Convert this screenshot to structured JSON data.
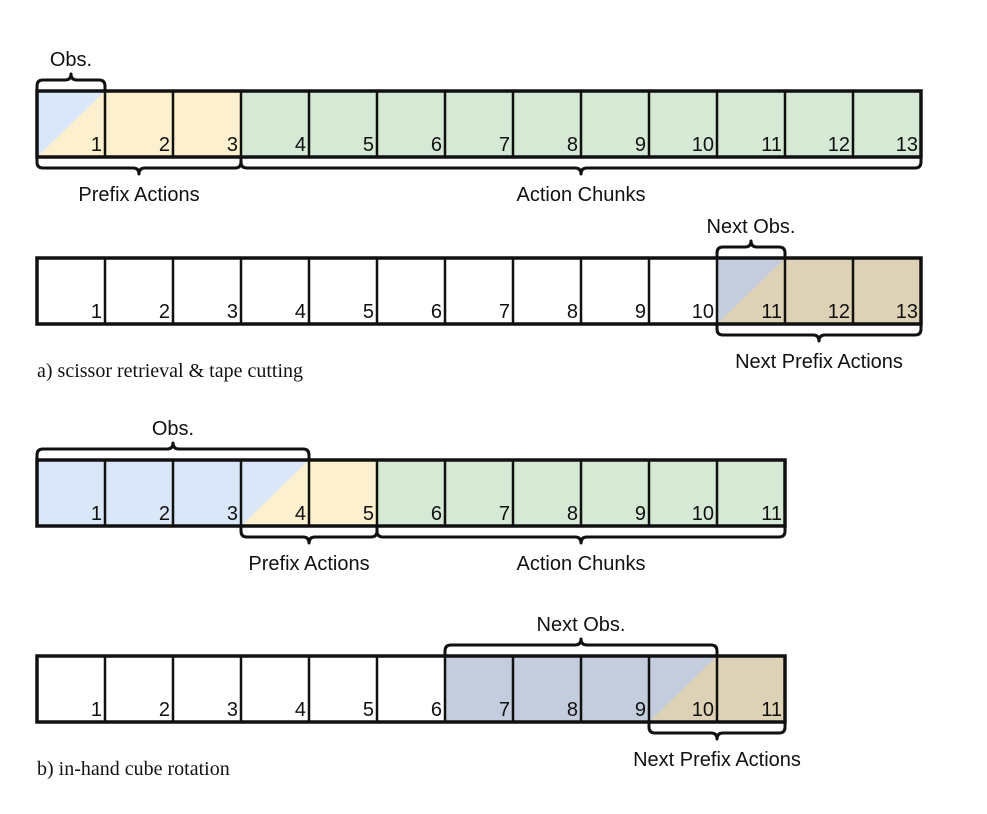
{
  "colors": {
    "obs": "#dae7f8",
    "prefix": "#fdf0cf",
    "chunk": "#d5e9d4",
    "next_obs": "#c3cddd",
    "next_prefix": "#ddd2b5",
    "empty": "#ffffff",
    "stroke": "#111111"
  },
  "legend_names": {
    "obs": "Obs.",
    "prefix": "Prefix Actions",
    "chunk": "Action Chunks",
    "next_obs": "Next Obs.",
    "next_prefix": "Next Prefix Actions"
  },
  "panel_a": {
    "caption": "a) scissor retrieval & tape cutting",
    "row1": {
      "cells": [
        {
          "label": "1",
          "fill": "obs",
          "diag": "prefix"
        },
        {
          "label": "2",
          "fill": "prefix"
        },
        {
          "label": "3",
          "fill": "prefix"
        },
        {
          "label": "4",
          "fill": "chunk"
        },
        {
          "label": "5",
          "fill": "chunk"
        },
        {
          "label": "6",
          "fill": "chunk"
        },
        {
          "label": "7",
          "fill": "chunk"
        },
        {
          "label": "8",
          "fill": "chunk"
        },
        {
          "label": "9",
          "fill": "chunk"
        },
        {
          "label": "10",
          "fill": "chunk"
        },
        {
          "label": "11",
          "fill": "chunk"
        },
        {
          "label": "12",
          "fill": "chunk"
        },
        {
          "label": "13",
          "fill": "chunk"
        }
      ],
      "braces": [
        {
          "text": "Obs.",
          "start": 1,
          "end": 1,
          "side": "top"
        },
        {
          "text": "Prefix Actions",
          "start": 1,
          "end": 3,
          "side": "bottom"
        },
        {
          "text": "Action Chunks",
          "start": 4,
          "end": 13,
          "side": "bottom"
        }
      ]
    },
    "row2": {
      "cells": [
        {
          "label": "1",
          "fill": "empty"
        },
        {
          "label": "2",
          "fill": "empty"
        },
        {
          "label": "3",
          "fill": "empty"
        },
        {
          "label": "4",
          "fill": "empty"
        },
        {
          "label": "5",
          "fill": "empty"
        },
        {
          "label": "6",
          "fill": "empty"
        },
        {
          "label": "7",
          "fill": "empty"
        },
        {
          "label": "8",
          "fill": "empty"
        },
        {
          "label": "9",
          "fill": "empty"
        },
        {
          "label": "10",
          "fill": "empty"
        },
        {
          "label": "11",
          "fill": "next_obs",
          "diag": "next_prefix"
        },
        {
          "label": "12",
          "fill": "next_prefix"
        },
        {
          "label": "13",
          "fill": "next_prefix"
        }
      ],
      "braces": [
        {
          "text": "Next Obs.",
          "start": 11,
          "end": 11,
          "side": "top"
        },
        {
          "text": "Next Prefix Actions",
          "start": 11,
          "end": 13,
          "side": "bottom"
        }
      ]
    }
  },
  "panel_b": {
    "caption": "b) in-hand cube rotation",
    "row1": {
      "cells": [
        {
          "label": "1",
          "fill": "obs"
        },
        {
          "label": "2",
          "fill": "obs"
        },
        {
          "label": "3",
          "fill": "obs"
        },
        {
          "label": "4",
          "fill": "obs",
          "diag": "prefix"
        },
        {
          "label": "5",
          "fill": "prefix"
        },
        {
          "label": "6",
          "fill": "chunk"
        },
        {
          "label": "7",
          "fill": "chunk"
        },
        {
          "label": "8",
          "fill": "chunk"
        },
        {
          "label": "9",
          "fill": "chunk"
        },
        {
          "label": "10",
          "fill": "chunk"
        },
        {
          "label": "11",
          "fill": "chunk"
        }
      ],
      "braces": [
        {
          "text": "Obs.",
          "start": 1,
          "end": 4,
          "side": "top"
        },
        {
          "text": "Prefix Actions",
          "start": 4,
          "end": 5,
          "side": "bottom"
        },
        {
          "text": "Action Chunks",
          "start": 6,
          "end": 11,
          "side": "bottom"
        }
      ]
    },
    "row2": {
      "cells": [
        {
          "label": "1",
          "fill": "empty"
        },
        {
          "label": "2",
          "fill": "empty"
        },
        {
          "label": "3",
          "fill": "empty"
        },
        {
          "label": "4",
          "fill": "empty"
        },
        {
          "label": "5",
          "fill": "empty"
        },
        {
          "label": "6",
          "fill": "empty"
        },
        {
          "label": "7",
          "fill": "next_obs"
        },
        {
          "label": "8",
          "fill": "next_obs"
        },
        {
          "label": "9",
          "fill": "next_obs"
        },
        {
          "label": "10",
          "fill": "next_obs",
          "diag": "next_prefix"
        },
        {
          "label": "11",
          "fill": "next_prefix"
        }
      ],
      "braces": [
        {
          "text": "Next Obs.",
          "start": 7,
          "end": 10,
          "side": "top"
        },
        {
          "text": "Next Prefix Actions",
          "start": 10,
          "end": 11,
          "side": "bottom"
        }
      ]
    }
  }
}
